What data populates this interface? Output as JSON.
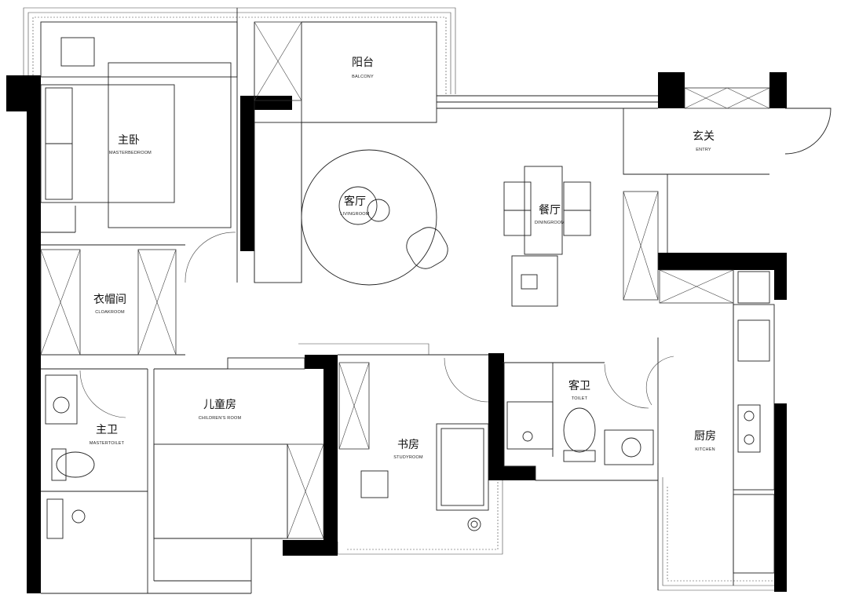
{
  "rooms": [
    {
      "id": "master-bedroom",
      "cn": "主卧",
      "en": "MASTERBEDROOM"
    },
    {
      "id": "balcony",
      "cn": "阳台",
      "en": "BALCONY"
    },
    {
      "id": "entry",
      "cn": "玄关",
      "en": "ENTRY"
    },
    {
      "id": "living-room",
      "cn": "客厅",
      "en": "LIVINGROOM"
    },
    {
      "id": "dining-room",
      "cn": "餐厅",
      "en": "DININGROOM"
    },
    {
      "id": "cloakroom",
      "cn": "衣帽间",
      "en": "CLOAKROOM"
    },
    {
      "id": "master-toilet",
      "cn": "主卫",
      "en": "MASTERTOILET"
    },
    {
      "id": "childrens-room",
      "cn": "儿童房",
      "en": "CHILDREN'S ROOM"
    },
    {
      "id": "study-room",
      "cn": "书房",
      "en": "STUDYROOM"
    },
    {
      "id": "toilet",
      "cn": "客卫",
      "en": "TOILET"
    },
    {
      "id": "kitchen",
      "cn": "厨房",
      "en": "KITCHEN"
    }
  ]
}
